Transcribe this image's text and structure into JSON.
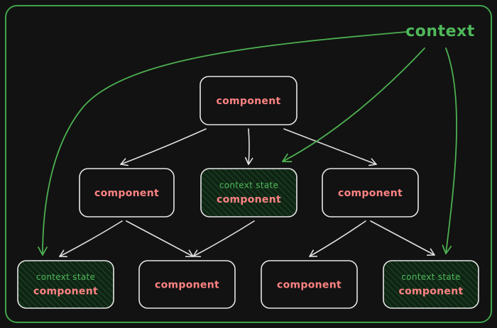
{
  "context_label": "context",
  "nodes": [
    {
      "id": "root",
      "label": "component",
      "state": false
    },
    {
      "id": "mid-left",
      "label": "component",
      "state": false
    },
    {
      "id": "mid-center",
      "label": "component",
      "state": true,
      "state_label": "context state"
    },
    {
      "id": "mid-right",
      "label": "component",
      "state": false
    },
    {
      "id": "leaf-1",
      "label": "component",
      "state": true,
      "state_label": "context state"
    },
    {
      "id": "leaf-2",
      "label": "component",
      "state": false
    },
    {
      "id": "leaf-3",
      "label": "component",
      "state": false
    },
    {
      "id": "leaf-4",
      "label": "component",
      "state": true,
      "state_label": "context state"
    }
  ],
  "edges": [
    {
      "from": "root",
      "to": "mid-left"
    },
    {
      "from": "root",
      "to": "mid-center"
    },
    {
      "from": "root",
      "to": "mid-right"
    },
    {
      "from": "mid-left",
      "to": "leaf-1"
    },
    {
      "from": "mid-left",
      "to": "leaf-2"
    },
    {
      "from": "mid-center",
      "to": "leaf-2"
    },
    {
      "from": "mid-right",
      "to": "leaf-3"
    },
    {
      "from": "mid-right",
      "to": "leaf-4"
    }
  ],
  "context_edges": [
    {
      "to": "leaf-1"
    },
    {
      "to": "mid-center"
    },
    {
      "to": "leaf-4"
    }
  ],
  "colors": {
    "background": "#121212",
    "frame": "#3fa34d",
    "box_stroke": "#e6e6e6",
    "edge": "#e0e0e0",
    "context_edge": "#4caf50",
    "component_text": "#ff8383",
    "state_text": "#4fb85a",
    "state_fill": "#132a18"
  }
}
